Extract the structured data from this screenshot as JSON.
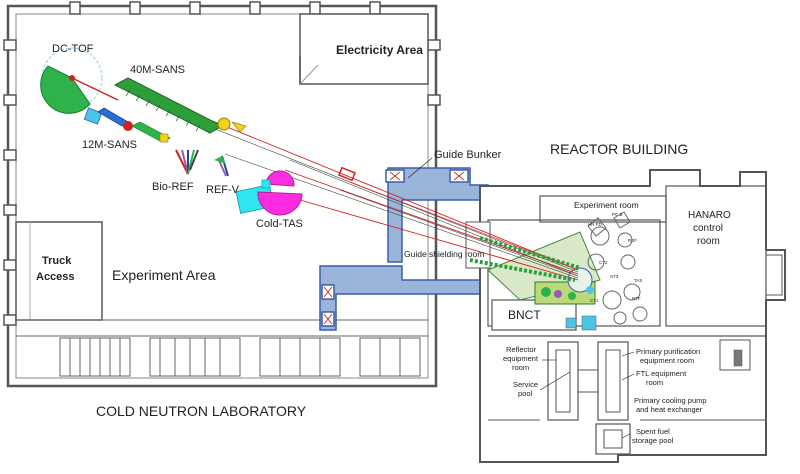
{
  "labels": {
    "dc_tof": "DC-TOF",
    "sans40": "40M-SANS",
    "sans12": "12M-SANS",
    "bio_ref": "Bio-REF",
    "ref_v": "REF-V",
    "cold_tas": "Cold-TAS",
    "electricity_area": "Electricity Area",
    "guide_bunker": "Guide Bunker",
    "reactor_building": "REACTOR BUILDING",
    "experiment_room": "Experiment room",
    "hanaro_control_1": "HANARO",
    "hanaro_control_2": "control",
    "hanaro_control_3": "room",
    "guide_shielding_room": "Guide shielding room",
    "truck_access_1": "Truck",
    "truck_access_2": "Access",
    "experiment_area": "Experiment Area",
    "bnct": "BNCT",
    "reflector_room_1": "Reflector",
    "reflector_room_2": "equipment",
    "reflector_room_3": "room",
    "service_pool_1": "Service",
    "service_pool_2": "pool",
    "primary_purification_1": "Primary purification",
    "primary_purification_2": "equipment room",
    "ftl_room_1": "FTL equipment",
    "ftl_room_2": "room",
    "cooling_pump_1": "Primary cooling pump",
    "cooling_pump_2": "and heat exchanger",
    "spent_fuel_1": "Spent fuel",
    "spent_fuel_2": "storage pool",
    "cold_neutron_lab": "COLD NEUTRON LABORATORY"
  },
  "colors": {
    "wall": "#555555",
    "guide_shield_fill": "#9bb4d9",
    "guide_shield_stroke": "#3a5fa8",
    "sans_green": "#2e9e3a",
    "beam_red": "#d42020",
    "dc_tof_green": "#2db34a",
    "cold_tas_magenta": "#ff2be0",
    "cold_tas_cyan": "#2fe6f0",
    "yellow": "#f2d21a"
  }
}
